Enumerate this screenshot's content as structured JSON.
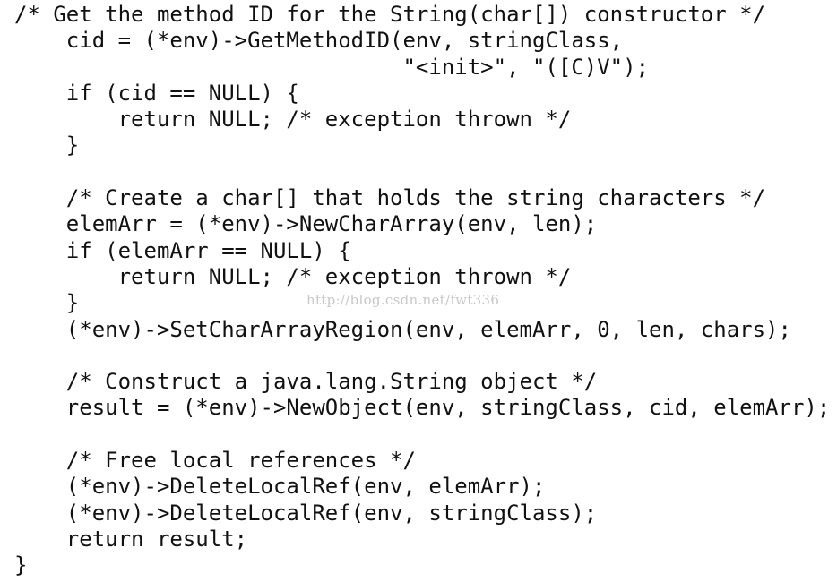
{
  "code": {
    "lines": [
      "/* Get the method ID for the String(char[]) constructor */",
      "    cid = (*env)->GetMethodID(env, stringClass,",
      "                              \"<init>\", \"([C)V\");",
      "    if (cid == NULL) {",
      "        return NULL; /* exception thrown */",
      "    }",
      "",
      "    /* Create a char[] that holds the string characters */",
      "    elemArr = (*env)->NewCharArray(env, len);",
      "    if (elemArr == NULL) {",
      "        return NULL; /* exception thrown */",
      "    }",
      "    (*env)->SetCharArrayRegion(env, elemArr, 0, len, chars);",
      "",
      "    /* Construct a java.lang.String object */",
      "    result = (*env)->NewObject(env, stringClass, cid, elemArr);",
      "",
      "    /* Free local references */",
      "    (*env)->DeleteLocalRef(env, elemArr);",
      "    (*env)->DeleteLocalRef(env, stringClass);",
      "    return result;",
      "}"
    ]
  },
  "watermark": {
    "text": "http://blog.csdn.net/fwt336"
  }
}
